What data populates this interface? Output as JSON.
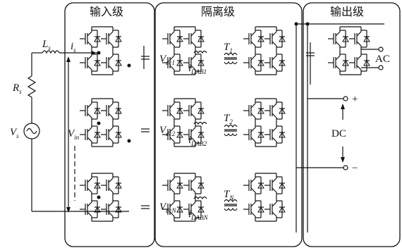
{
  "stages": {
    "input": "输入级",
    "isolation": "隔离级",
    "output": "输出级"
  },
  "labels": {
    "Ls": {
      "main": "L",
      "sub": "s"
    },
    "is": {
      "main": "i",
      "sub": "s"
    },
    "Rs": {
      "main": "R",
      "sub": "s"
    },
    "Vs": {
      "main": "V",
      "sub": "s"
    },
    "Vin": {
      "main": "V",
      "sub": "in"
    },
    "Vdc1": {
      "main": "V",
      "sub": "dc1"
    },
    "Vdc2": {
      "main": "V",
      "sub": "dc2"
    },
    "VdcN": {
      "main": "V",
      "sub": "dcN"
    },
    "iDAB1": {
      "main": "i",
      "sub": "DAB1"
    },
    "iDAB2": {
      "main": "i",
      "sub": "DAB2"
    },
    "iDABN": {
      "main": "i",
      "sub": "DABN"
    },
    "T1": {
      "main": "T",
      "sub": "1"
    },
    "T2": {
      "main": "T",
      "sub": "2"
    },
    "TN": {
      "main": "T",
      "sub": "N"
    },
    "AC": "AC",
    "DC": "DC",
    "plus": "+",
    "minus": "−"
  }
}
